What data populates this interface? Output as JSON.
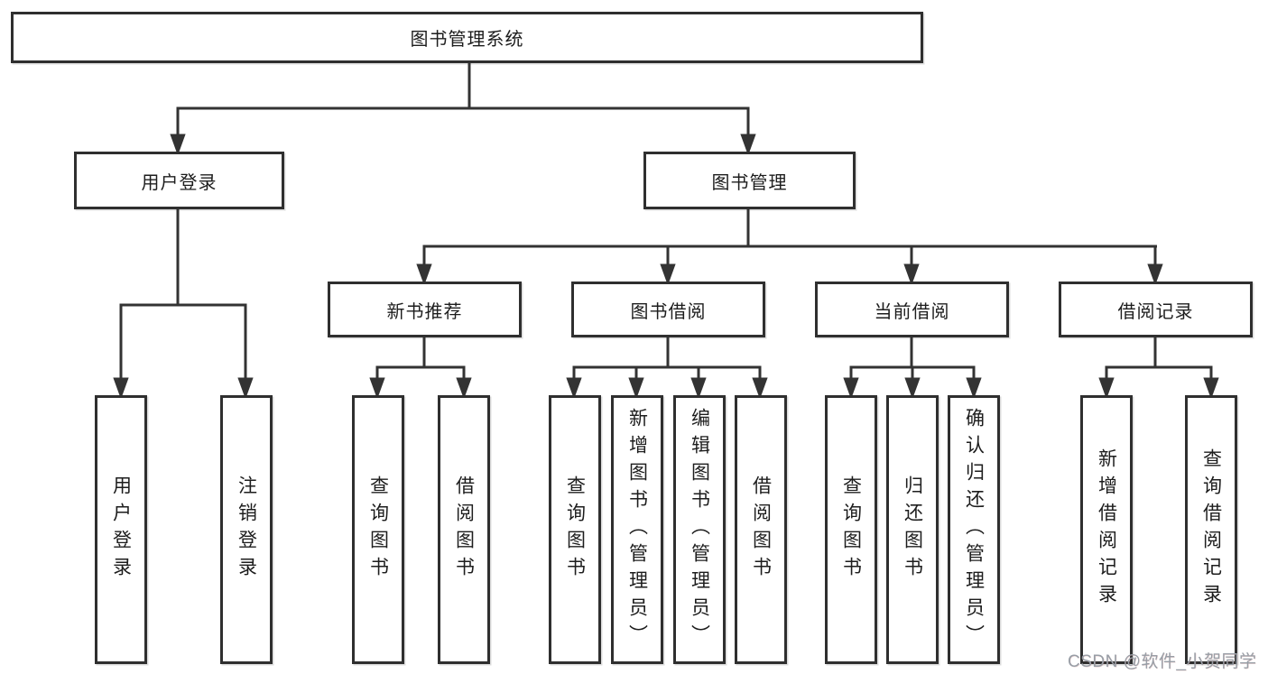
{
  "root": {
    "label": "图书管理系统"
  },
  "branches": [
    {
      "label": "用户登录",
      "children": [
        {
          "label": "用户登录"
        },
        {
          "label": "注销登录"
        }
      ]
    },
    {
      "label": "图书管理",
      "children": [
        {
          "label": "新书推荐",
          "children": [
            {
              "label": "查询图书"
            },
            {
              "label": "借阅图书"
            }
          ]
        },
        {
          "label": "图书借阅",
          "children": [
            {
              "label": "查询图书"
            },
            {
              "label": "新增图书（管理员）"
            },
            {
              "label": "编辑图书（管理员）"
            },
            {
              "label": "借阅图书"
            }
          ]
        },
        {
          "label": "当前借阅",
          "children": [
            {
              "label": "查询图书"
            },
            {
              "label": "归还图书"
            },
            {
              "label": "确认归还（管理员）"
            }
          ]
        },
        {
          "label": "借阅记录",
          "children": [
            {
              "label": "新增借阅记录"
            },
            {
              "label": "查询借阅记录"
            }
          ]
        }
      ]
    }
  ],
  "watermark": {
    "text": "CSDN @软件_小贺同学"
  },
  "colors": {
    "line": "#333333",
    "box_border": "#2f2f2f",
    "text": "#1d1d1d",
    "background": "#ffffff",
    "watermark": "#989ea6"
  }
}
